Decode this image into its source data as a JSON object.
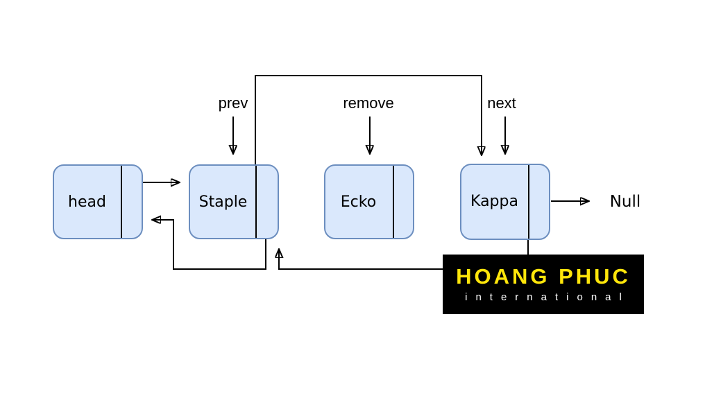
{
  "diagram": {
    "title": "doubly-linked-list node removal",
    "nodes": [
      {
        "id": "head",
        "label": "head"
      },
      {
        "id": "staple",
        "label": "Staple"
      },
      {
        "id": "ecko",
        "label": "Ecko"
      },
      {
        "id": "kappa",
        "label": "Kappa"
      }
    ],
    "labels": {
      "prev": "prev",
      "remove": "remove",
      "next": "next",
      "null": "Null"
    },
    "edges": [
      "head -> Staple",
      "Staple.next -> Kappa (bypass over removed node)",
      "Staple.prev -> head",
      "Kappa.prev -> Staple (bypass under removed node)",
      "Kappa.next -> Null",
      "prev -> Staple",
      "remove -> Ecko",
      "next -> Kappa"
    ]
  },
  "logo": {
    "title": "HOANG PHUC",
    "subtitle": "international"
  },
  "colors": {
    "node_fill": "#dae8fc",
    "node_border": "#6c8ebf",
    "edge": "#000000",
    "logo_bg": "#000000",
    "logo_title": "#ffe60a",
    "logo_subtitle": "#ffffff"
  }
}
